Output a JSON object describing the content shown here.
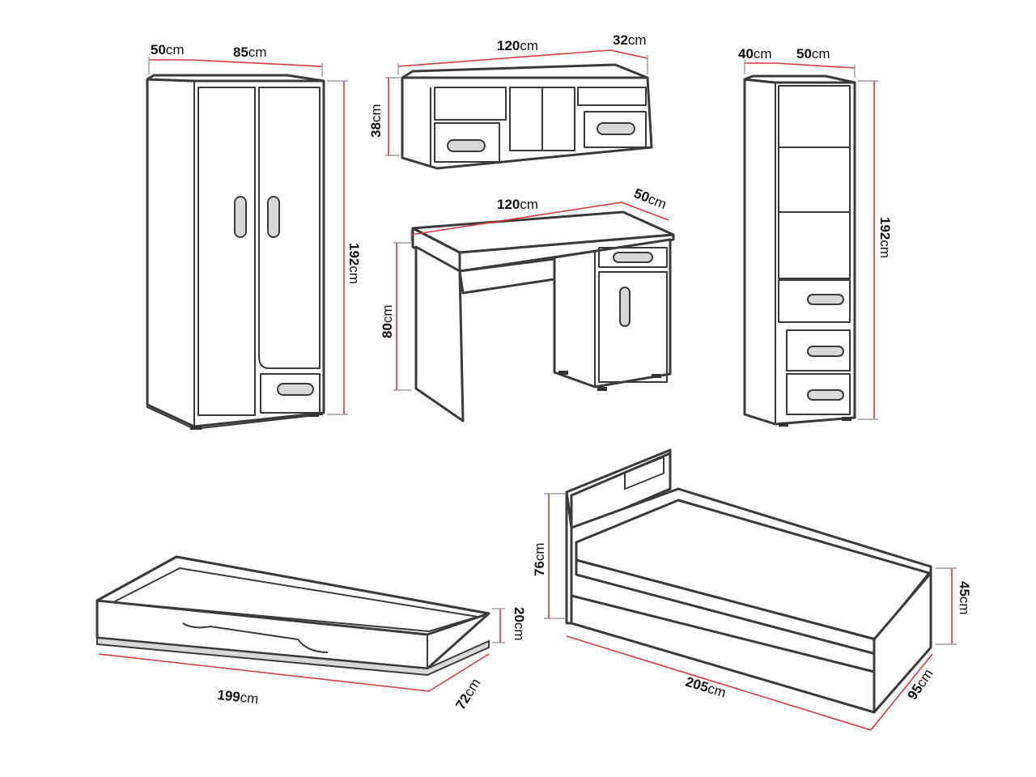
{
  "unit": "cm",
  "items": {
    "wardrobe": {
      "depth": "50",
      "width": "85",
      "height": "192"
    },
    "wall_cabinet": {
      "width": "120",
      "depth": "32",
      "height": "38"
    },
    "desk": {
      "width": "120",
      "depth": "50",
      "height": "80"
    },
    "bookcase": {
      "depth": "40",
      "width": "50",
      "height": "192"
    },
    "drawer_bed": {
      "length": "199",
      "width": "72",
      "height": "20"
    },
    "bed": {
      "headboard_height": "76",
      "length": "205",
      "width": "95",
      "height": "45"
    }
  },
  "colors": {
    "dimension_line": "#d63a3a",
    "outline": "#3a3a3a",
    "shading": "#d8d8d8"
  }
}
